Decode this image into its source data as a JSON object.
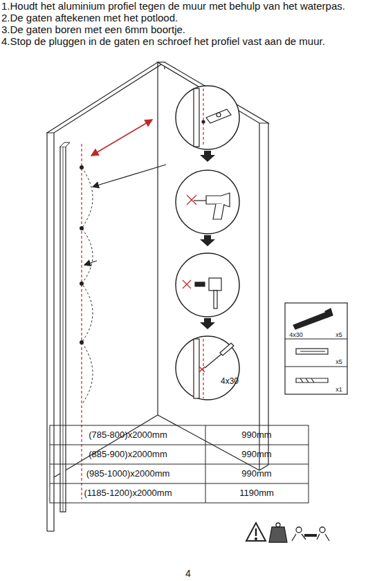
{
  "diagram": {
    "labels": [
      "1.Houdt het aluminium profiel tegen de muur met behulp van het waterpas.",
      "2.De gaten aftekenen met het potlood.",
      "3.De gaten boren met een 6mm boortje.",
      "4.Stop de pluggen in de gaten en schroef het profiel vast aan de muur.",
      "4x30",
      "4x30",
      "x5",
      "x5",
      "x1",
      "(785-800)x2000mm",
      "990mm",
      "(885-900)x2000mm",
      "990mm",
      "(985-1000)x2000mm",
      "990mm",
      "(1185-1200)x2000mm",
      "1190mm",
      "4"
    ]
  }
}
